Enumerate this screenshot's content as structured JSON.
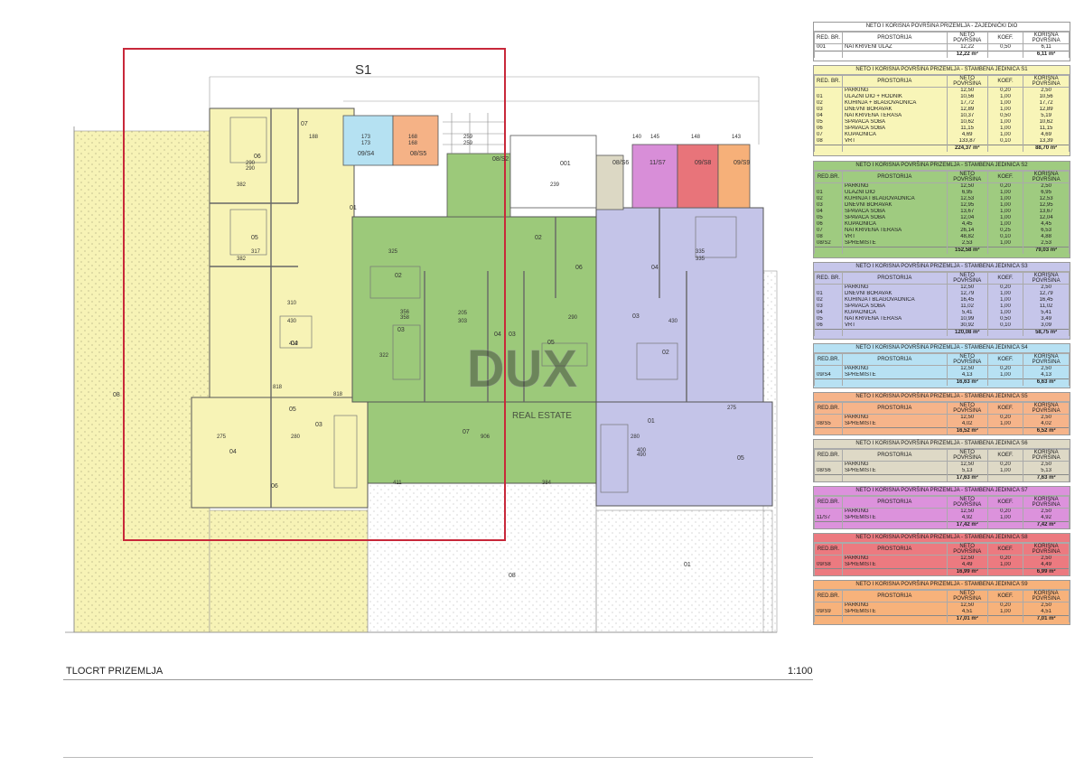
{
  "plan": {
    "title": "TLOCRT PRIZEMLJA",
    "scale": "1:100",
    "highlight_label": "S1",
    "watermark_main": "DUX",
    "watermark_sub": "REAL ESTATE",
    "room_labels": [
      "06",
      "07",
      "09/S4",
      "08/S5",
      "08/S2",
      "001",
      "08/S6",
      "11/S7",
      "09/S8",
      "09/S9",
      "05",
      "01",
      "02",
      "03",
      "04",
      "05",
      "06",
      "01",
      "02",
      "03",
      "04",
      "02",
      "03",
      "07",
      "08",
      "08",
      "04",
      "05",
      "01",
      "03",
      "04",
      "05",
      "06"
    ],
    "dimension_labels": [
      "290",
      "290",
      "188",
      "173",
      "173",
      "168",
      "168",
      "259",
      "259",
      "140",
      "145",
      "148",
      "143",
      "382",
      "317",
      "382",
      "325",
      "356",
      "358",
      "310",
      "430",
      "412",
      "322",
      "275",
      "280",
      "906",
      "411",
      "384",
      "280",
      "205",
      "303",
      "290",
      "430",
      "335",
      "335",
      "400",
      "490",
      "275",
      "239",
      "818",
      "818"
    ],
    "colors": {
      "s1": "#f7f3b6",
      "s2": "#9cc97a",
      "s3": "#c4c4e8",
      "s4": "#b5e1f2",
      "s5": "#f5b286",
      "s6": "#dcd8c4",
      "s7": "#d88ed8",
      "s8": "#e8747a",
      "s9": "#f6b079",
      "outline": "#c8283a"
    }
  },
  "tables": [
    {
      "title": "NETO I KORISNA POVRŠINA PRIZEMLJA - ZAJEDNIČKI DIO",
      "color": "#ffffff",
      "headers": [
        "RED. BR.",
        "PROSTORIJA",
        "NETO POVRŠINA",
        "KOEF.",
        "KORISNA POVRŠINA"
      ],
      "rows": [
        [
          "001",
          "NATKRIVENI ULAZ",
          "12,22",
          "0,50",
          "6,11"
        ]
      ],
      "total": [
        "12,22 m²",
        "6,11 m²"
      ]
    },
    {
      "title": "NETO I KORISNA POVRŠINA PRIZEMLJA - STAMBENA JEDINICA S1",
      "color": "#f8f5b8",
      "headers": [
        "RED. BR.",
        "PROSTORIJA",
        "NETO POVRŠINA",
        "KOEF.",
        "KORISNA POVRŠINA"
      ],
      "rows": [
        [
          "",
          "PARKING",
          "12,50",
          "0,20",
          "2,50"
        ],
        [
          "01",
          "ULAZNI DIO + HODNIK",
          "10,56",
          "1,00",
          "10,56"
        ],
        [
          "02",
          "KUHINJA + BLAGOVAONICA",
          "17,72",
          "1,00",
          "17,72"
        ],
        [
          "03",
          "DNEVNI BORAVAK",
          "12,89",
          "1,00",
          "12,89"
        ],
        [
          "04",
          "NATKRIVENA TERASA",
          "10,37",
          "0,50",
          "5,19"
        ],
        [
          "05",
          "SPAVAĆA SOBA",
          "10,62",
          "1,00",
          "10,62"
        ],
        [
          "06",
          "SPAVAĆA SOBA",
          "11,15",
          "1,00",
          "11,15"
        ],
        [
          "07",
          "KUPAONICA",
          "4,69",
          "1,00",
          "4,69"
        ],
        [
          "08",
          "VRT",
          "133,87",
          "0,10",
          "13,39"
        ]
      ],
      "total": [
        "224,37 m²",
        "88,70 m²"
      ]
    },
    {
      "title": "NETO I KORISNA POVRŠINA PRIZEMLJA - STAMBENA JEDINICA S2",
      "color": "#9fcb80",
      "headers": [
        "RED.BR.",
        "PROSTORIJA",
        "NETO POVRŠINA",
        "KOEF.",
        "KORISNA POVRŠINA"
      ],
      "rows": [
        [
          "",
          "PARKING",
          "12,50",
          "0,20",
          "2,50"
        ],
        [
          "01",
          "ULAZNI DIO",
          "6,95",
          "1,00",
          "6,95"
        ],
        [
          "02",
          "KUHINJA I BLAGOVAONICA",
          "12,53",
          "1,00",
          "12,53"
        ],
        [
          "03",
          "DNEVNI BORAVAK",
          "12,95",
          "1,00",
          "12,95"
        ],
        [
          "04",
          "SPAVAĆA SOBA",
          "13,67",
          "1,00",
          "13,67"
        ],
        [
          "05",
          "SPAVAĆA SOBA",
          "12,04",
          "1,00",
          "12,04"
        ],
        [
          "06",
          "KUPAONICA",
          "4,45",
          "1,00",
          "4,45"
        ],
        [
          "07",
          "NATKRIVENA TERASA",
          "26,14",
          "0,25",
          "6,53"
        ],
        [
          "08",
          "VRT",
          "48,82",
          "0,10",
          "4,88"
        ],
        [
          "08/S2",
          "SPREMIŠTE",
          "2,53",
          "1,00",
          "2,53"
        ]
      ],
      "total": [
        "152,58 m²",
        "79,03 m²"
      ]
    },
    {
      "title": "NETO I KORISNA POVRŠINA PRIZEMLJA - STAMBENA JEDINICA S3",
      "color": "#c6c6ea",
      "headers": [
        "RED. BR.",
        "PROSTORIJA",
        "NETO POVRŠINA",
        "KOEF.",
        "KORISNA POVRŠINA"
      ],
      "rows": [
        [
          "",
          "PARKING",
          "12,50",
          "0,20",
          "2,50"
        ],
        [
          "01",
          "DNEVNI BORAVAK",
          "12,79",
          "1,00",
          "12,79"
        ],
        [
          "02",
          "KUHINJA I BLAGOVAONICA",
          "16,45",
          "1,00",
          "16,45"
        ],
        [
          "03",
          "SPAVAĆA SOBA",
          "11,02",
          "1,00",
          "11,02"
        ],
        [
          "04",
          "KUPAONICA",
          "5,41",
          "1,00",
          "5,41"
        ],
        [
          "05",
          "NATKRIVENA TERASA",
          "10,99",
          "0,50",
          "3,49"
        ],
        [
          "06",
          "VRT",
          "30,92",
          "0,10",
          "3,09"
        ]
      ],
      "total": [
        "120,08 m²",
        "58,75 m²"
      ]
    },
    {
      "title": "NETO I KORISNA POVRŠINA PRIZEMLJA - STAMBENA JEDINICA S4",
      "color": "#b7e1f3",
      "headers": [
        "RED.BR.",
        "PROSTORIJA",
        "NETO POVRŠINA",
        "KOEF.",
        "KORISNA POVRŠINA"
      ],
      "rows": [
        [
          "",
          "PARKING",
          "12,50",
          "0,20",
          "2,50"
        ],
        [
          "09/S4",
          "SPREMIŠTE",
          "4,13",
          "1,00",
          "4,13"
        ]
      ],
      "total": [
        "16,63 m²",
        "6,63 m²"
      ]
    },
    {
      "title": "NETO I KORISNA POVRŠINA PRIZEMLJA - STAMBENA JEDINICA S5",
      "color": "#f6b48a",
      "headers": [
        "RED.BR.",
        "PROSTORIJA",
        "NETO POVRŠINA",
        "KOEF.",
        "KORISNA POVRŠINA"
      ],
      "rows": [
        [
          "",
          "PARKING",
          "12,50",
          "0,20",
          "2,50"
        ],
        [
          "08/S5",
          "SPREMIŠTE",
          "4,02",
          "1,00",
          "4,02"
        ]
      ],
      "total": [
        "16,52 m²",
        "6,52 m²"
      ]
    },
    {
      "title": "NETO I KORISNA POVRŠINA PRIZEMLJA - STAMBENA JEDINICA S6",
      "color": "#ded9c6",
      "headers": [
        "RED.BR.",
        "PROSTORIJA",
        "NETO POVRŠINA",
        "KOEF.",
        "KORISNA POVRŠINA"
      ],
      "rows": [
        [
          "",
          "PARKING",
          "12,50",
          "0,20",
          "2,50"
        ],
        [
          "08/S6",
          "SPREMIŠTE",
          "5,13",
          "1,00",
          "5,13"
        ]
      ],
      "total": [
        "17,63 m²",
        "7,63 m²"
      ]
    },
    {
      "title": "NETO I KORISNA POVRŠINA PRIZEMLJA - STAMBENA JEDINICA S7",
      "color": "#dc92dc",
      "headers": [
        "RED.BR.",
        "PROSTORIJA",
        "NETO POVRŠINA",
        "KOEF.",
        "KORISNA POVRŠINA"
      ],
      "rows": [
        [
          "",
          "PARKING",
          "12,50",
          "0,20",
          "2,50"
        ],
        [
          "11/S7",
          "SPREMIŠTE",
          "4,92",
          "1,00",
          "4,92"
        ]
      ],
      "total": [
        "17,42 m²",
        "7,42 m²"
      ]
    },
    {
      "title": "NETO I KORISNA POVRŠINA PRIZEMLJA - STAMBENA JEDINICA S8",
      "color": "#ec7a80",
      "headers": [
        "RED.BR.",
        "PROSTORIJA",
        "NETO POVRŠINA",
        "KOEF.",
        "KORISNA POVRŠINA"
      ],
      "rows": [
        [
          "",
          "PARKING",
          "12,50",
          "0,20",
          "2,50"
        ],
        [
          "09/S8",
          "SPREMIŠTE",
          "4,49",
          "1,00",
          "4,49"
        ]
      ],
      "total": [
        "16,99 m²",
        "6,99 m²"
      ]
    },
    {
      "title": "NETO I KORISNA POVRŠINA PRIZEMLJA - STAMBENA JEDINICA S9",
      "color": "#f7b27b",
      "headers": [
        "RED.BR.",
        "PROSTORIJA",
        "NETO POVRŠINA",
        "KOEF.",
        "KORISNA POVRŠINA"
      ],
      "rows": [
        [
          "",
          "PARKING",
          "12,50",
          "0,20",
          "2,50"
        ],
        [
          "09/S9",
          "SPREMIŠTE",
          "4,51",
          "1,00",
          "4,51"
        ]
      ],
      "total": [
        "17,01 m²",
        "7,01 m²"
      ]
    }
  ]
}
